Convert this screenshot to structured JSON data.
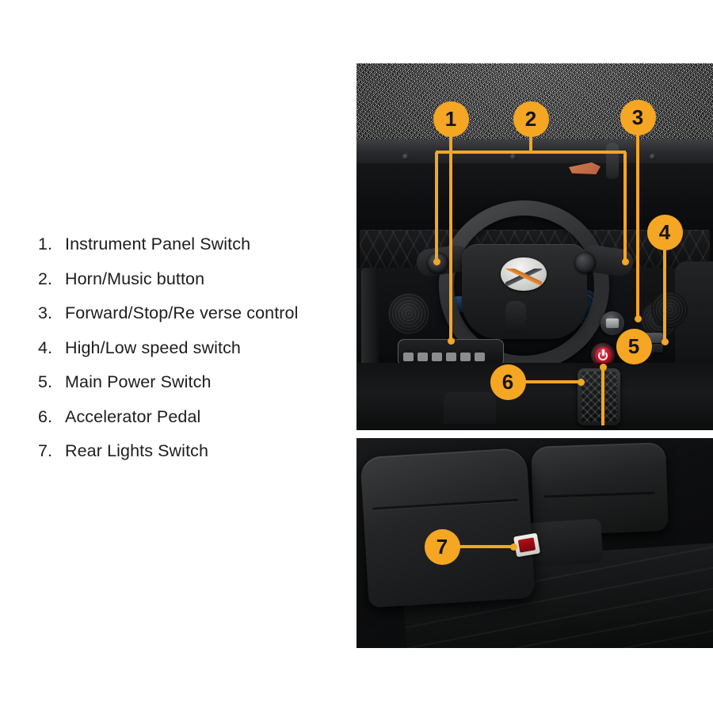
{
  "legend": {
    "items": [
      {
        "num": "1.",
        "label": "Instrument Panel Switch"
      },
      {
        "num": "2.",
        "label": "Horn/Music button"
      },
      {
        "num": "3.",
        "label": "Forward/Stop/Re verse control"
      },
      {
        "num": "4.",
        "label": "High/Low speed switch"
      },
      {
        "num": "5.",
        "label": "Main Power Switch"
      },
      {
        "num": "6.",
        "label": "Accelerator Pedal"
      },
      {
        "num": "7.",
        "label": "Rear Lights Switch"
      }
    ]
  },
  "callouts": {
    "one": "1",
    "two": "2",
    "three": "3",
    "four": "4",
    "five": "5",
    "six": "6",
    "seven": "7"
  },
  "colors": {
    "accent": "#f5a623",
    "marker_text": "#151515",
    "background": "#ffffff",
    "text": "#1d1d1f",
    "switch_red": "#b01018",
    "power_led_red": "#e21a30"
  },
  "photos": {
    "top": {
      "name": "dashboard-and-steering-wheel-photo"
    },
    "bottom": {
      "name": "rear-seat-console-photo"
    }
  }
}
